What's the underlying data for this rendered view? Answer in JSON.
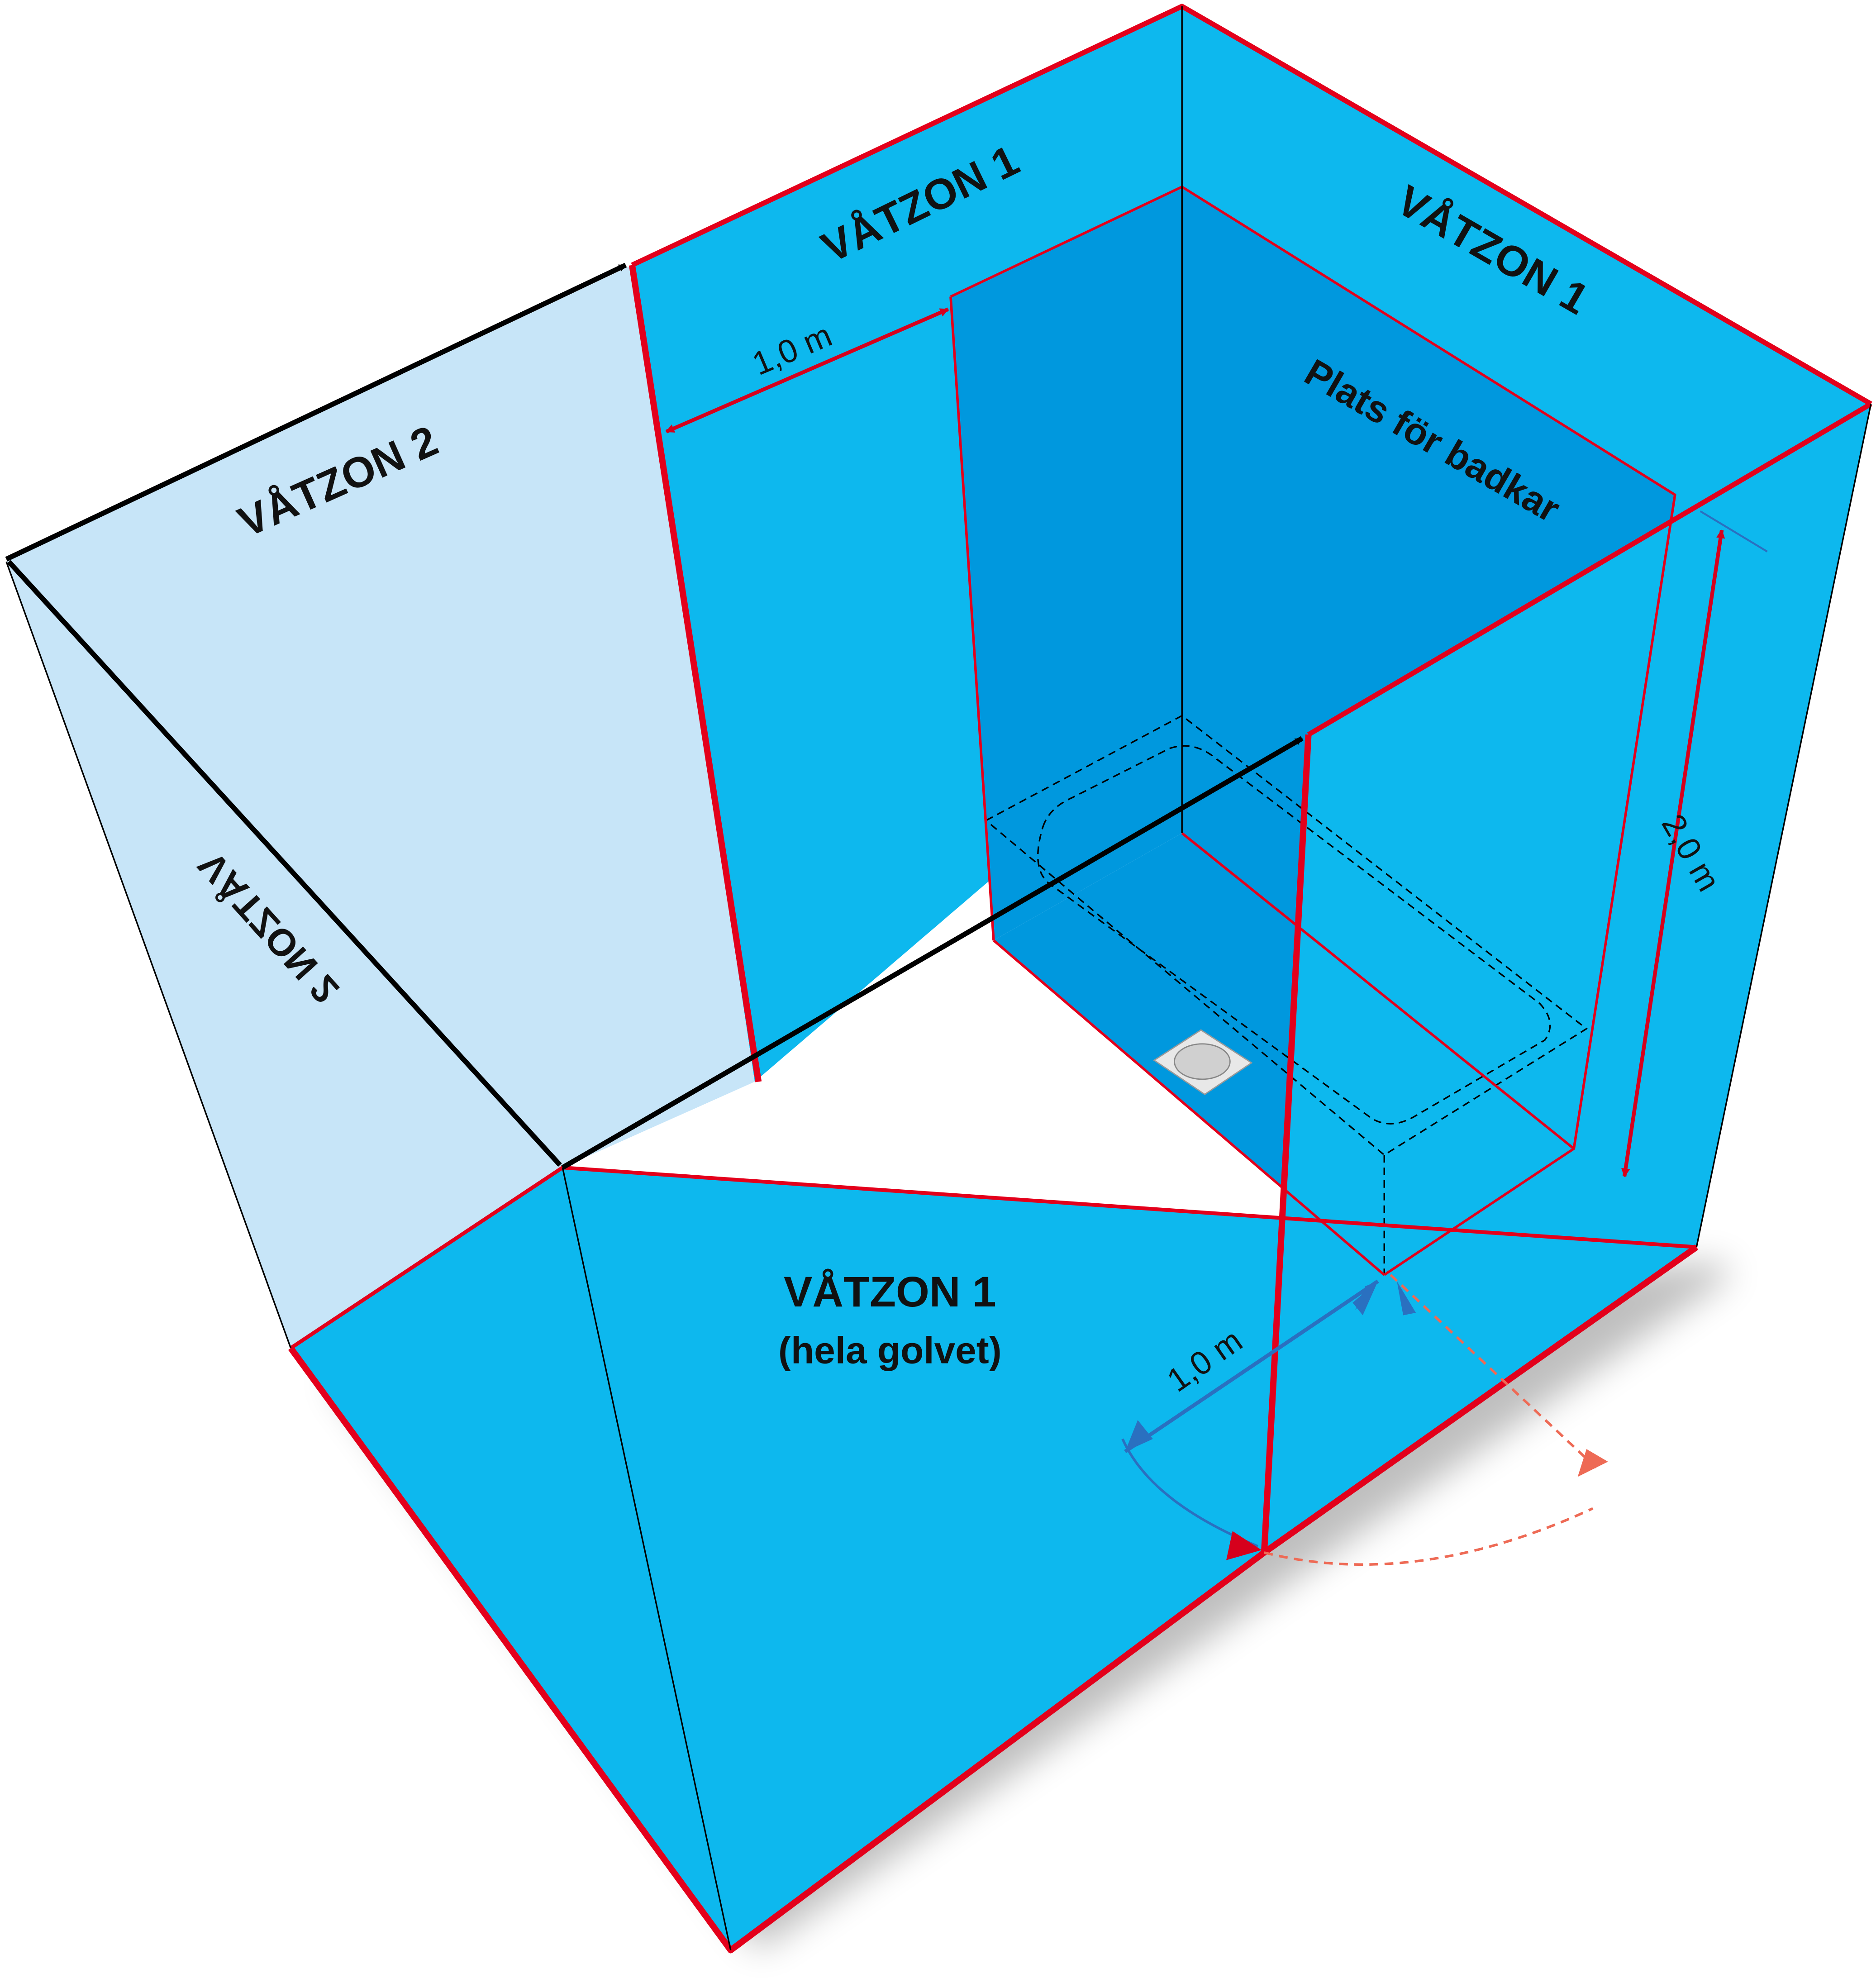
{
  "labels": {
    "zone1_back_left": "VÅTZON 1",
    "zone1_back_right": "VÅTZON 1",
    "tub_place": "Plats för badkar",
    "zone2_top": "VÅTZON 2",
    "zone2_side": "VÅTZON 2",
    "zone1_floor": "VÅTZON 1",
    "zone1_floor_sub": "(hela golvet)"
  },
  "dimensions": {
    "top_width": "1,0 m",
    "height": "2,0 m",
    "floor_width": "1,0 m"
  },
  "colors": {
    "zone1_fill": "#0db8ee",
    "zone1_dark_fill": "#0098de",
    "zone2_fill": "#c7e5f8",
    "zone_border": "#e3001b",
    "zone2_border": "#000000",
    "dimension_red": "#d6001c",
    "dimension_blue": "#2a70c0",
    "door_swing": "#ee6a55"
  }
}
